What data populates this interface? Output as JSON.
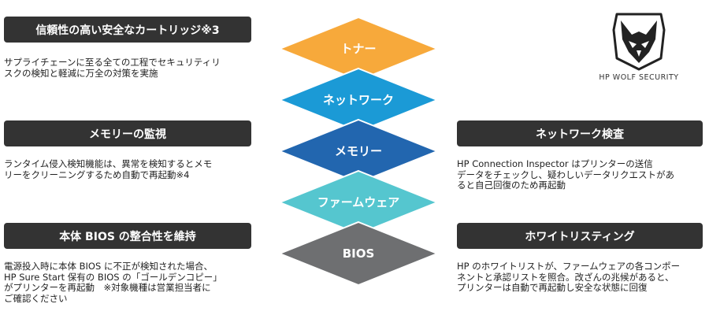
{
  "left": {
    "sections": [
      {
        "title": "信頼性の高い安全なカートリッジ※3",
        "lines": [
          "サプライチェーンに至る全ての工程でセキュリティリ",
          "スクの検知と軽減に万全の対策を実施"
        ]
      },
      {
        "title": "メモリーの監視",
        "lines": [
          "ランタイム侵入検知機能は、異常を検知するとメモ",
          "リーをクリーニングするため自動で再起動※4"
        ]
      },
      {
        "title": "本体 BIOS の整合性を維持",
        "lines": [
          "電源投入時に本体 BIOS に不正が検知された場合、",
          "HP Sure Start 保有の BIOS の「ゴールデンコピー」",
          "がプリンターを再起動　※対象機種は営業担当者に",
          "ご確認ください"
        ]
      }
    ]
  },
  "right": {
    "logo_caption": "HP WOLF SECURITY",
    "sections": [
      {
        "title": "ネットワーク検査",
        "lines": [
          "HP Connection Inspector はプリンターの送信",
          "データをチェックし、疑わしいデータリクエストがあ",
          "ると自己回復のため再起動"
        ]
      },
      {
        "title": "ホワイトリスティング",
        "lines": [
          "HP のホワイトリストが、ファームウェアの各コンポー",
          "ネントと承認リストを照合。改ざんの兆候があると、",
          "プリンターは自動で再起動し安全な状態に回復"
        ]
      }
    ]
  },
  "layers": [
    {
      "label": "トナー",
      "color": "#F7A93B"
    },
    {
      "label": "ネットワーク",
      "color": "#1B9AD6"
    },
    {
      "label": "メモリー",
      "color": "#2266AF"
    },
    {
      "label": "ファームウェア",
      "color": "#55C6CF"
    },
    {
      "label": "BIOS",
      "color": "#6E6F71"
    }
  ]
}
